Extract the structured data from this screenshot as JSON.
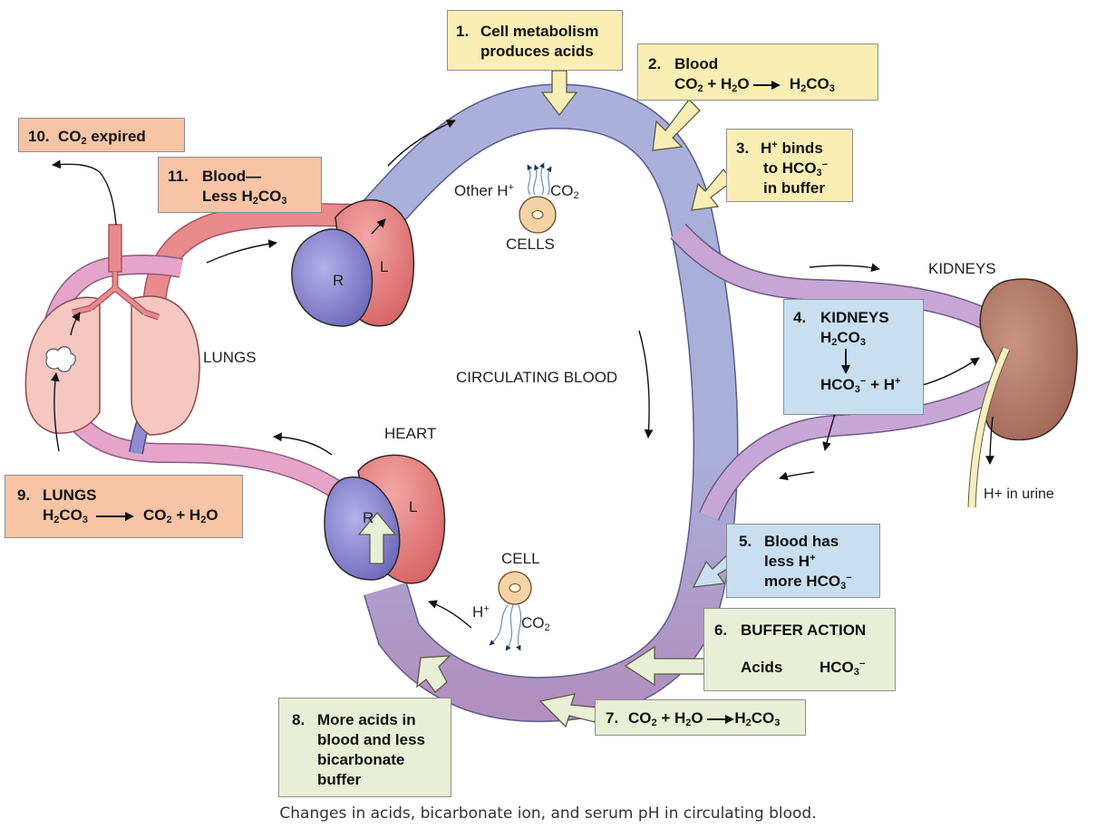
{
  "labels": {
    "lungs": "LUNGS",
    "heart": "HEART",
    "kidneys": "KIDNEYS",
    "circulating_blood": "CIRCULATING BLOOD",
    "cells": "CELLS",
    "cell": "CELL",
    "other_h": "Other H",
    "co2": "CO",
    "h_plus": "H",
    "r_upper": "R",
    "l_upper": "L",
    "r_lower": "R",
    "l_lower": "L",
    "h_in_urine": "H+ in urine"
  },
  "steps": {
    "s1": {
      "num": "1.",
      "line1": "Cell metabolism",
      "line2": "produces acids"
    },
    "s2": {
      "num": "2.",
      "title": "Blood",
      "eq_left": "CO",
      "eq_mid": " + H",
      "eq_mid2": "O",
      "eq_right": "H",
      "eq_right2": "CO"
    },
    "s3": {
      "num": "3.",
      "line1": "H",
      "line1b": " binds",
      "line2": "to HCO",
      "line3": "in buffer"
    },
    "s4": {
      "num": "4.",
      "title": "KIDNEYS",
      "line2": "H",
      "line2b": "CO",
      "line3": "HCO",
      "line3b": " + H"
    },
    "s5": {
      "num": "5.",
      "line1": "Blood has",
      "line2": "less H",
      "line3": "more HCO"
    },
    "s6": {
      "num": "6.",
      "title": "BUFFER ACTION",
      "left": "Acids",
      "right": "HCO"
    },
    "s7": {
      "num": "7.",
      "eq_left": "CO",
      "eq_mid": " + H",
      "eq_mid2": "O",
      "eq_right": "H",
      "eq_right2": "CO"
    },
    "s8": {
      "num": "8.",
      "line1": "More acids in",
      "line2": "blood and less",
      "line3": "bicarbonate",
      "line4": "buffer"
    },
    "s9": {
      "num": "9.",
      "title": "LUNGS",
      "eq_left": "H",
      "eq_left2": "CO",
      "eq_right": "CO",
      "eq_right2": " + H",
      "eq_right3": "O"
    },
    "s10": {
      "num": "10.",
      "text": "CO",
      "text2": " expired"
    },
    "s11": {
      "num": "11.",
      "line1": "Blood—",
      "line2": "Less H",
      "line2b": "CO"
    }
  },
  "subs": {
    "two": "2",
    "three": "3",
    "plus": "+",
    "minus": "−",
    "three_minus_sub": "3"
  },
  "caption": "Changes in acids, bicarbonate ion, and serum pH in circulating blood.",
  "colors": {
    "vessel_fill": "#a7acd6",
    "vessel_stroke": "#5e5e8e",
    "arterial": "#e9868a",
    "venous_purple": "#b89ac2",
    "heart_left": "#e07a7a",
    "heart_right": "#8a86cf",
    "lung": "#f3c4bd",
    "kidney": "#b77a6a",
    "cell": "#f6d3a4",
    "yellow_box": "#faeeb5",
    "orange_box": "#f7c4a6",
    "blue_box": "#c8dff2",
    "green_box": "#e8efd6"
  }
}
